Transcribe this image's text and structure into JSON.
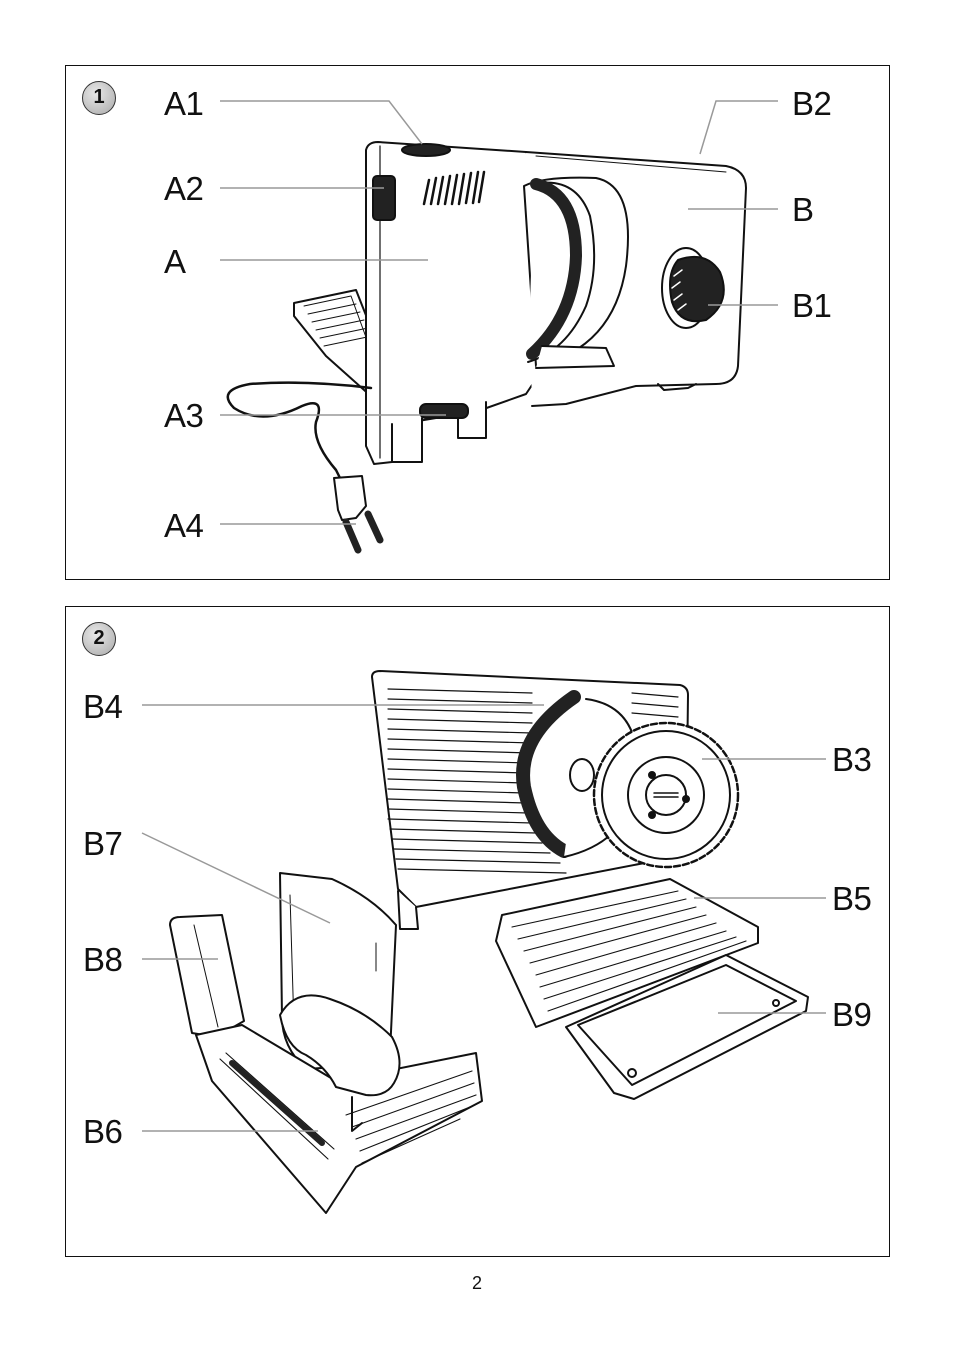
{
  "panel1": {
    "badge": "1",
    "labels": {
      "a1": "A1",
      "a2": "A2",
      "a": "A",
      "a3": "A3",
      "a4": "A4",
      "b2": "B2",
      "b": "B",
      "b1": "B1"
    }
  },
  "panel2": {
    "badge": "2",
    "labels": {
      "b4": "B4",
      "b7": "B7",
      "b8": "B8",
      "b6": "B6",
      "b3": "B3",
      "b5": "B5",
      "b9": "B9"
    }
  },
  "page_number": "2"
}
